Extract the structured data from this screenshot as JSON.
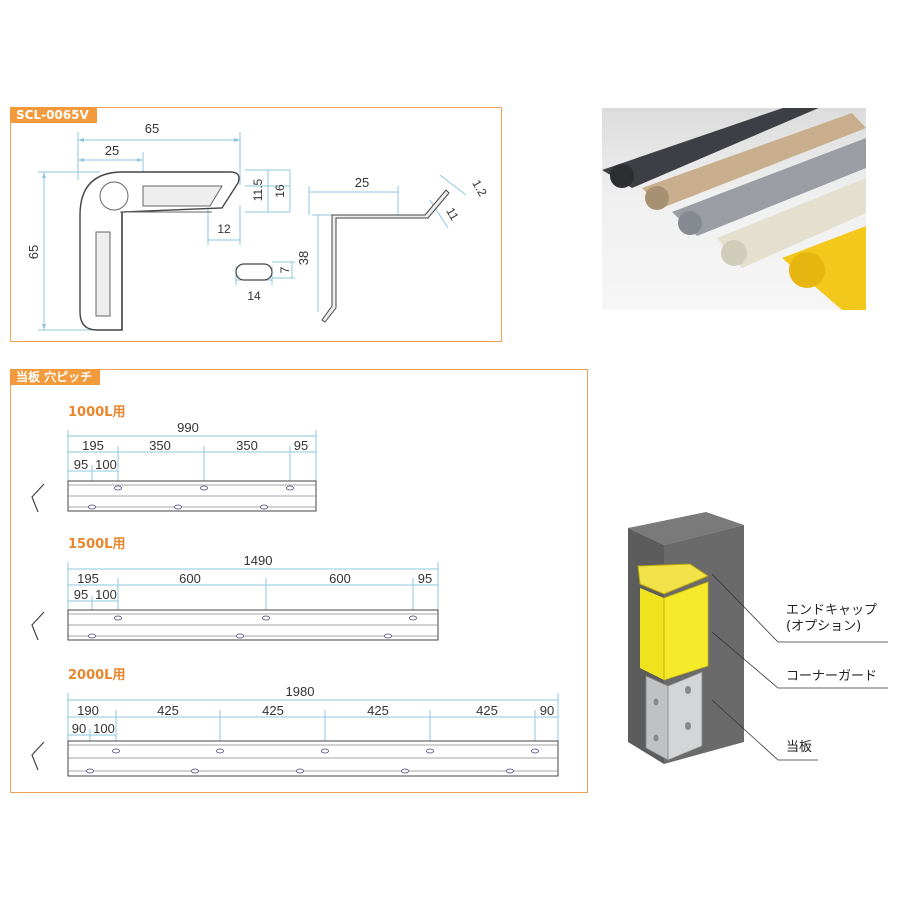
{
  "section1": {
    "tag": "SCL-0065V",
    "dims": {
      "width_total": "65",
      "width_inner": "25",
      "height_total": "65",
      "d11_5": "11.5",
      "d16": "16",
      "d12": "12",
      "slot_w": "14",
      "slot_h": "7",
      "plate_w": "25",
      "plate_h": "38",
      "plate_t": "1.2",
      "plate_lip": "11"
    }
  },
  "section2": {
    "tag": "当板 穴ピッチ",
    "boards": [
      {
        "title": "1000L用",
        "total": "990",
        "top_dims": [
          "195",
          "350",
          "350",
          "95"
        ],
        "sub_dims": [
          "95",
          "100"
        ]
      },
      {
        "title": "1500L用",
        "total": "1490",
        "top_dims": [
          "195",
          "600",
          "600",
          "95"
        ],
        "sub_dims": [
          "95",
          "100"
        ]
      },
      {
        "title": "2000L用",
        "total": "1980",
        "top_dims": [
          "190",
          "425",
          "425",
          "425",
          "425",
          "90"
        ],
        "sub_dims": [
          "90",
          "100"
        ]
      }
    ]
  },
  "photo": {
    "colors": [
      "#3d3f44",
      "#c8ae8c",
      "#9a9ea4",
      "#e4e0d0",
      "#f2c81c"
    ]
  },
  "illustration": {
    "callouts": {
      "end_cap": [
        "エンドキャップ",
        "(オプション)"
      ],
      "corner_guard": "コーナーガード",
      "plate": "当板"
    }
  }
}
